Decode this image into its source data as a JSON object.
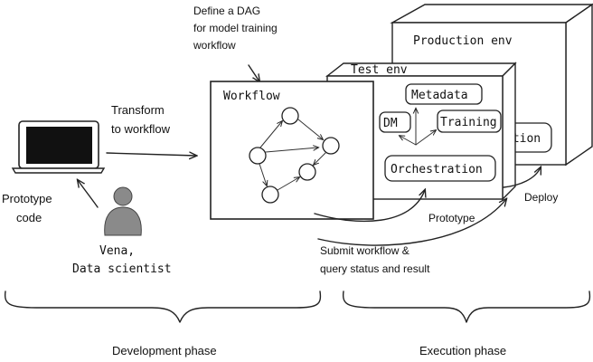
{
  "annotations": {
    "define_dag_line1": "Define a DAG",
    "define_dag_line2": "for model training",
    "define_dag_line3": "workflow",
    "transform_line1": "Transform",
    "transform_line2": "to workflow",
    "prototype_code_line1": "Prototype",
    "prototype_code_line2": "code",
    "persona_line1": "Vena,",
    "persona_line2": "Data scientist",
    "prototype": "Prototype",
    "deploy": "Deploy",
    "submit_line1": "Submit workflow &",
    "submit_line2": "query status and result"
  },
  "workflow_card": {
    "title": "Workflow"
  },
  "test_env": {
    "title": "Test env",
    "components": {
      "metadata": "Metadata",
      "dm": "DM",
      "training": "Training",
      "orchestration": "Orchestration"
    }
  },
  "production_env": {
    "title": "Production env",
    "hidden_label_fragment": "ation"
  },
  "phases": {
    "development": "Development phase",
    "execution": "Execution phase"
  }
}
